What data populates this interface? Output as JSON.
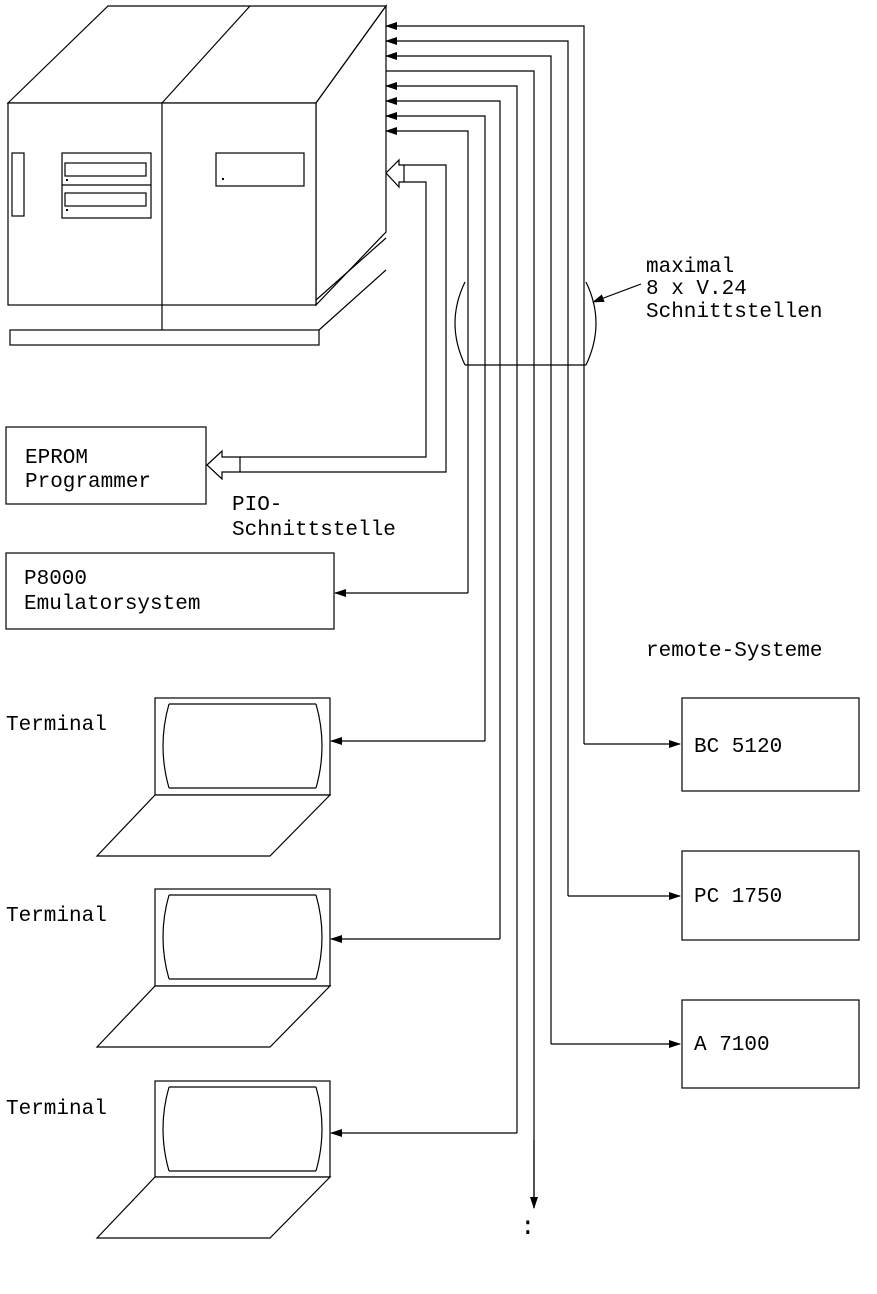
{
  "labels": {
    "interfaces_line1": "maximal",
    "interfaces_line2": "8 x V.24",
    "interfaces_line3": "Schnittstellen",
    "pio_line1": "PIO-",
    "pio_line2": "Schnittstelle",
    "remote_title": "remote-Systeme",
    "ellipsis": ":"
  },
  "devices": {
    "eprom_line1": "EPROM",
    "eprom_line2": "Programmer",
    "p8000_line1": "P8000",
    "p8000_line2": "Emulatorsystem",
    "terminal_1": "Terminal",
    "terminal_2": "Terminal",
    "terminal_3": "Terminal"
  },
  "remote_systems": [
    "BC 5120",
    "PC 1750",
    "A 7100"
  ],
  "colors": {
    "line": "#000000",
    "background": "#ffffff"
  }
}
